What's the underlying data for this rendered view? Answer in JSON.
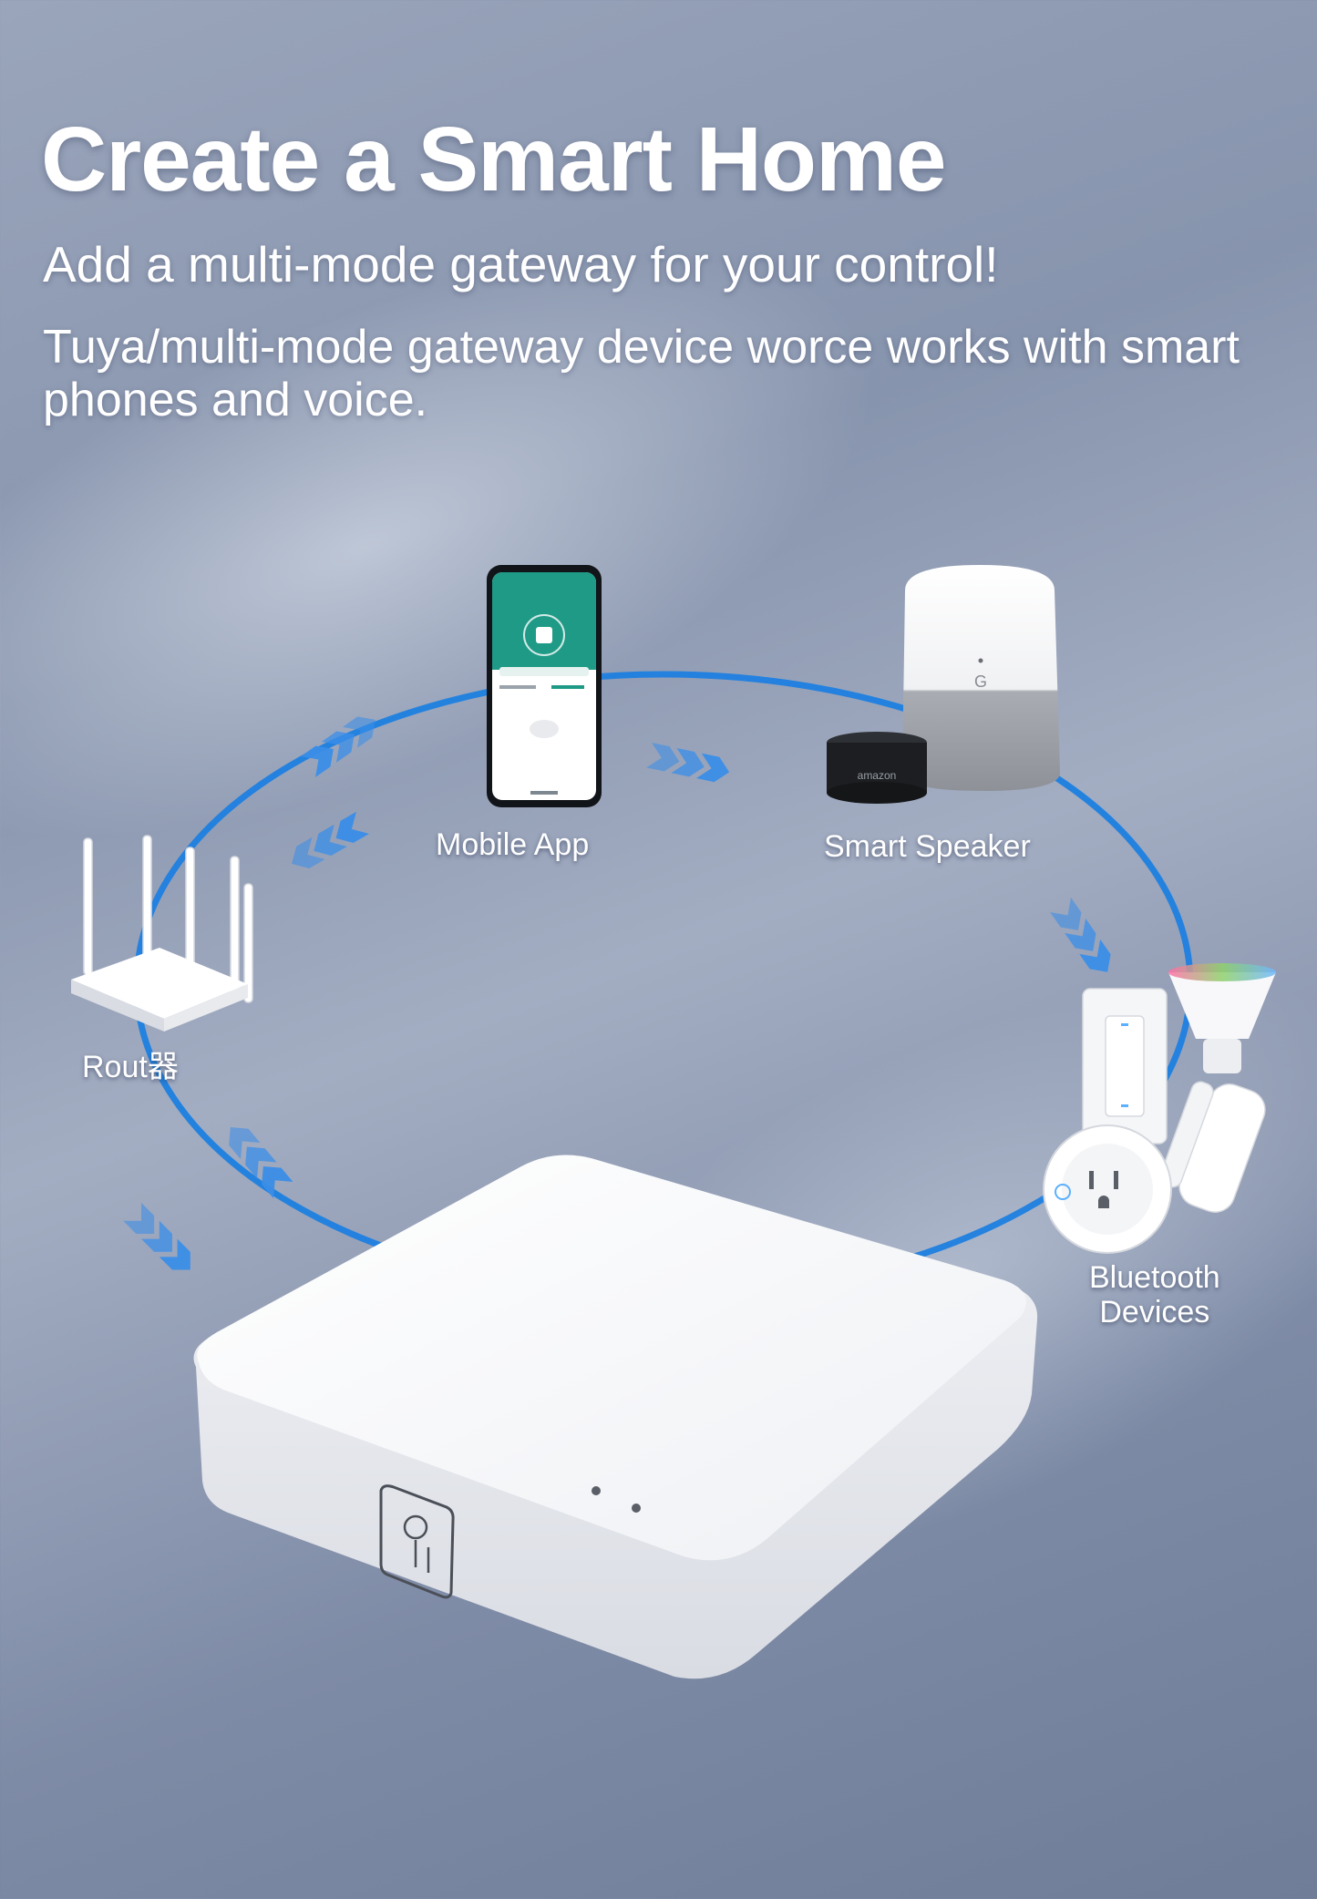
{
  "hero": {
    "title": "Create a Smart Home",
    "subtitle": "Add a multi-mode gateway for your control!",
    "description": "Tuya/multi-mode gateway device worce works with smart phones and voice."
  },
  "devices": {
    "mobile_app": "Mobile App",
    "smart_speaker": "Smart Speaker",
    "router": "Rout器",
    "bluetooth_line1": "Bluetooth",
    "bluetooth_line2": "Devices"
  },
  "speaker_brand": "amazon",
  "speaker_logo": "G",
  "colors": {
    "ring": "#1e7fe0",
    "arrow": "#3b8ee8",
    "phone_screen": "#1e9a86",
    "device_white": "#ffffff"
  },
  "icons": [
    "router-icon",
    "phone-icon",
    "speaker-icon",
    "bluetooth-devices-icon",
    "gateway-hub-icon",
    "flow-arrow-icon"
  ]
}
